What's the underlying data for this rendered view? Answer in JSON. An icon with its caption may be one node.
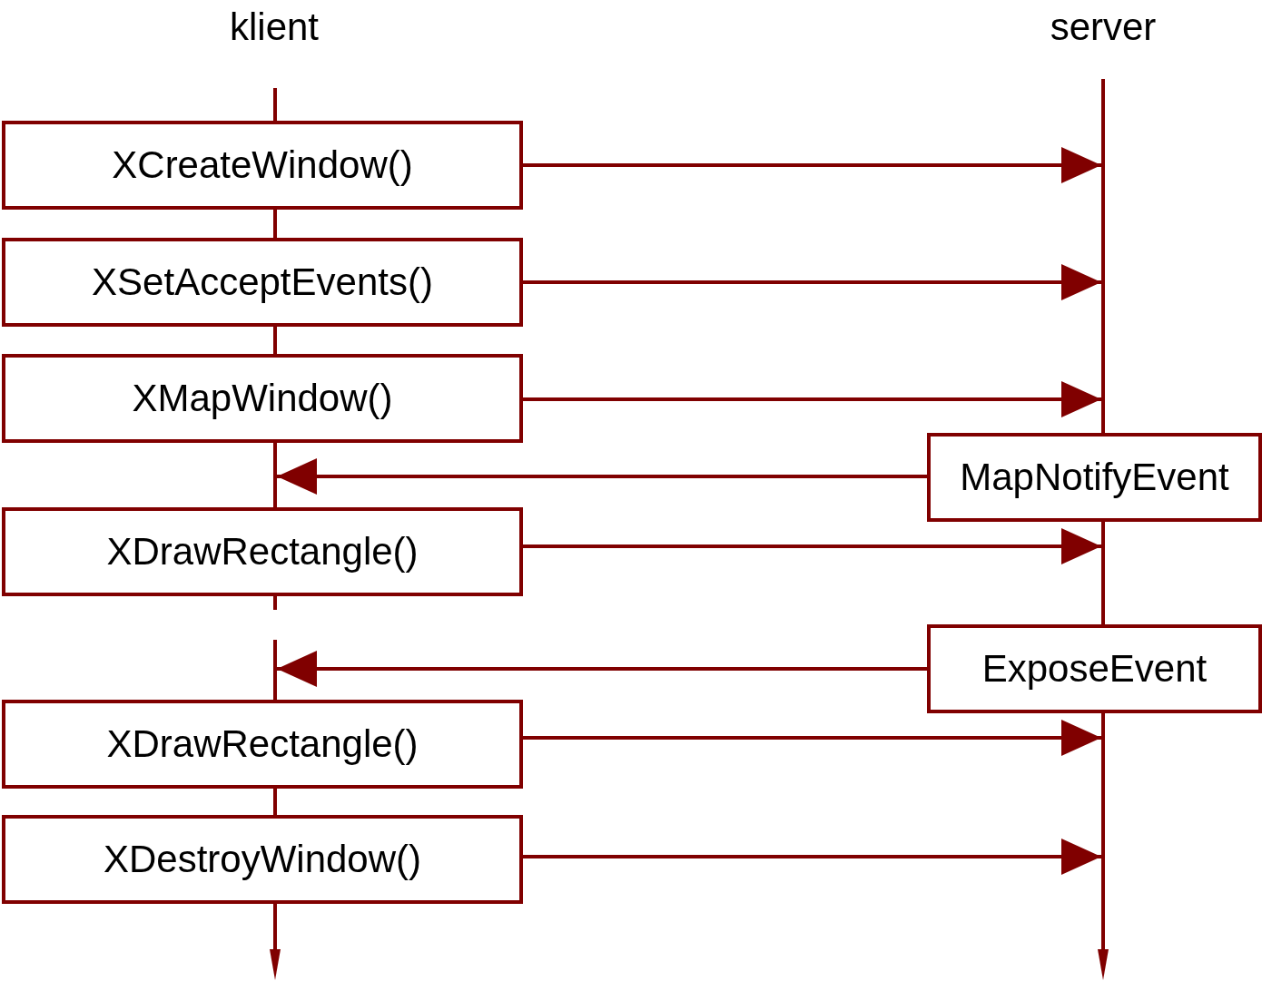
{
  "diagram": {
    "nodes": [
      {
        "text": [
          "klient"
        ]
      },
      {
        "text": [
          "server"
        ]
      },
      {
        "text": [],
        "shape": "line"
      },
      {
        "text": [],
        "shape": "line"
      },
      {
        "text": [
          "XCreateWindow()"
        ]
      },
      {
        "text": [
          "XSetAcceptEvents()"
        ]
      },
      {
        "text": [
          "XMapWindow()"
        ]
      },
      {
        "text": [
          "XDrawRectangle()"
        ]
      },
      {
        "text": [
          "XDrawRectangle()"
        ]
      },
      {
        "text": [
          "XDestroyWindow()"
        ]
      },
      {
        "text": [
          "MapNotifyEvent"
        ]
      },
      {
        "text": [
          "ExposeEvent"
        ]
      }
    ],
    "edges": [
      {
        "from": 4,
        "to": 3,
        "arrow": "to"
      },
      {
        "from": 5,
        "to": 3,
        "arrow": "to"
      },
      {
        "from": 6,
        "to": 3,
        "arrow": "to"
      },
      {
        "from": 10,
        "to": 2,
        "arrow": "to"
      },
      {
        "from": 7,
        "to": 3,
        "arrow": "to"
      },
      {
        "from": 11,
        "to": 2,
        "arrow": "to"
      },
      {
        "from": 8,
        "to": 3,
        "arrow": "to"
      },
      {
        "from": 9,
        "to": 3,
        "arrow": "to"
      }
    ]
  }
}
